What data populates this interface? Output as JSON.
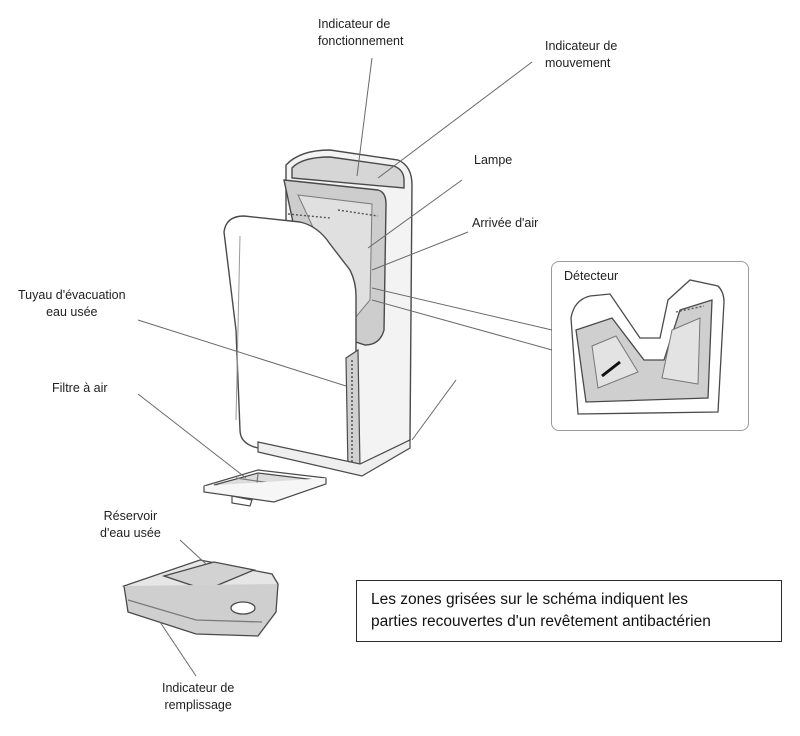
{
  "labels": {
    "operation_indicator": [
      "Indicateur de",
      "fonctionnement"
    ],
    "motion_indicator": [
      "Indicateur de",
      "mouvement"
    ],
    "lamp": "Lampe",
    "air_inlet": "Arrivée d'air",
    "detector": "Détecteur",
    "drain_pipe": [
      "Tuyau d'évacuation",
      "eau usée"
    ],
    "air_filter": "Filtre à air",
    "waste_tank": [
      "Réservoir",
      "d'eau usée"
    ],
    "fill_indicator": [
      "Indicateur de",
      "remplissage"
    ]
  },
  "note": {
    "line1": "Les zones grisées sur le schéma indiquent les",
    "line2": "parties recouvertes d'un revêtement  antibactérien"
  },
  "colors": {
    "outline": "#4a4a4a",
    "shaded": "#c9c9c9",
    "light_shaded": "#e4e4e4",
    "leader": "#6a6a6a"
  }
}
